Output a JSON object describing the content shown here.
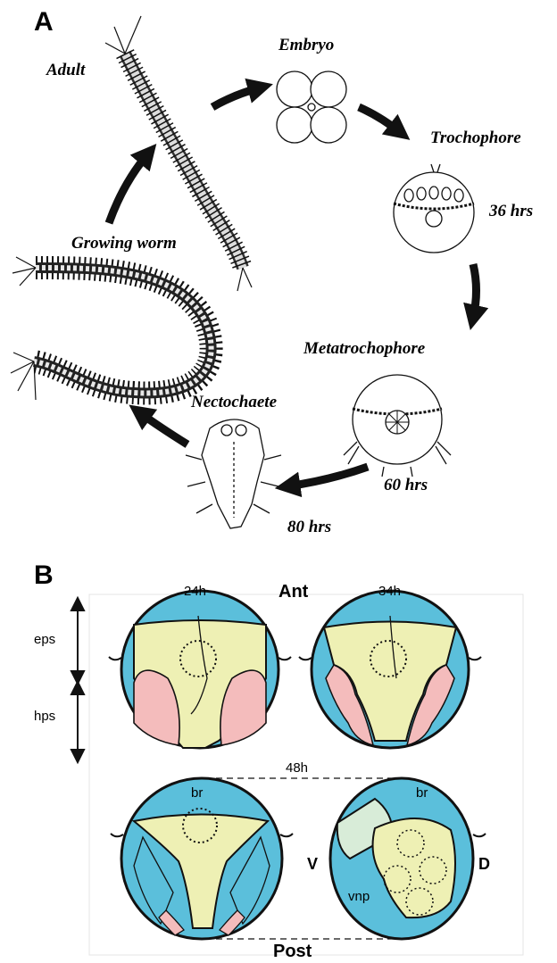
{
  "panelA": {
    "label": "A",
    "stages": {
      "adult": "Adult",
      "embryo": "Embryo",
      "trochophore": "Trochophore",
      "metatrochophore": "Metatrochophore",
      "nectochaete": "Nectochaete",
      "growing_worm": "Growing worm"
    },
    "times": {
      "trochophore": "36 hrs",
      "metatrochophore": "60 hrs",
      "nectochaete": "80 hrs"
    }
  },
  "panelB": {
    "label": "B",
    "axis_ant": "Ant",
    "axis_post": "Post",
    "eps": "eps",
    "hps": "hps",
    "t24": "24h",
    "t34": "34h",
    "t48": "48h",
    "br": "br",
    "vnp": "vnp",
    "v": "V",
    "d": "D"
  },
  "colors": {
    "blue": "#5bbfdb",
    "yellow": "#eef0b4",
    "pink": "#f4bcbc",
    "paleGreen": "#d8ecd8",
    "ink": "#111111"
  }
}
